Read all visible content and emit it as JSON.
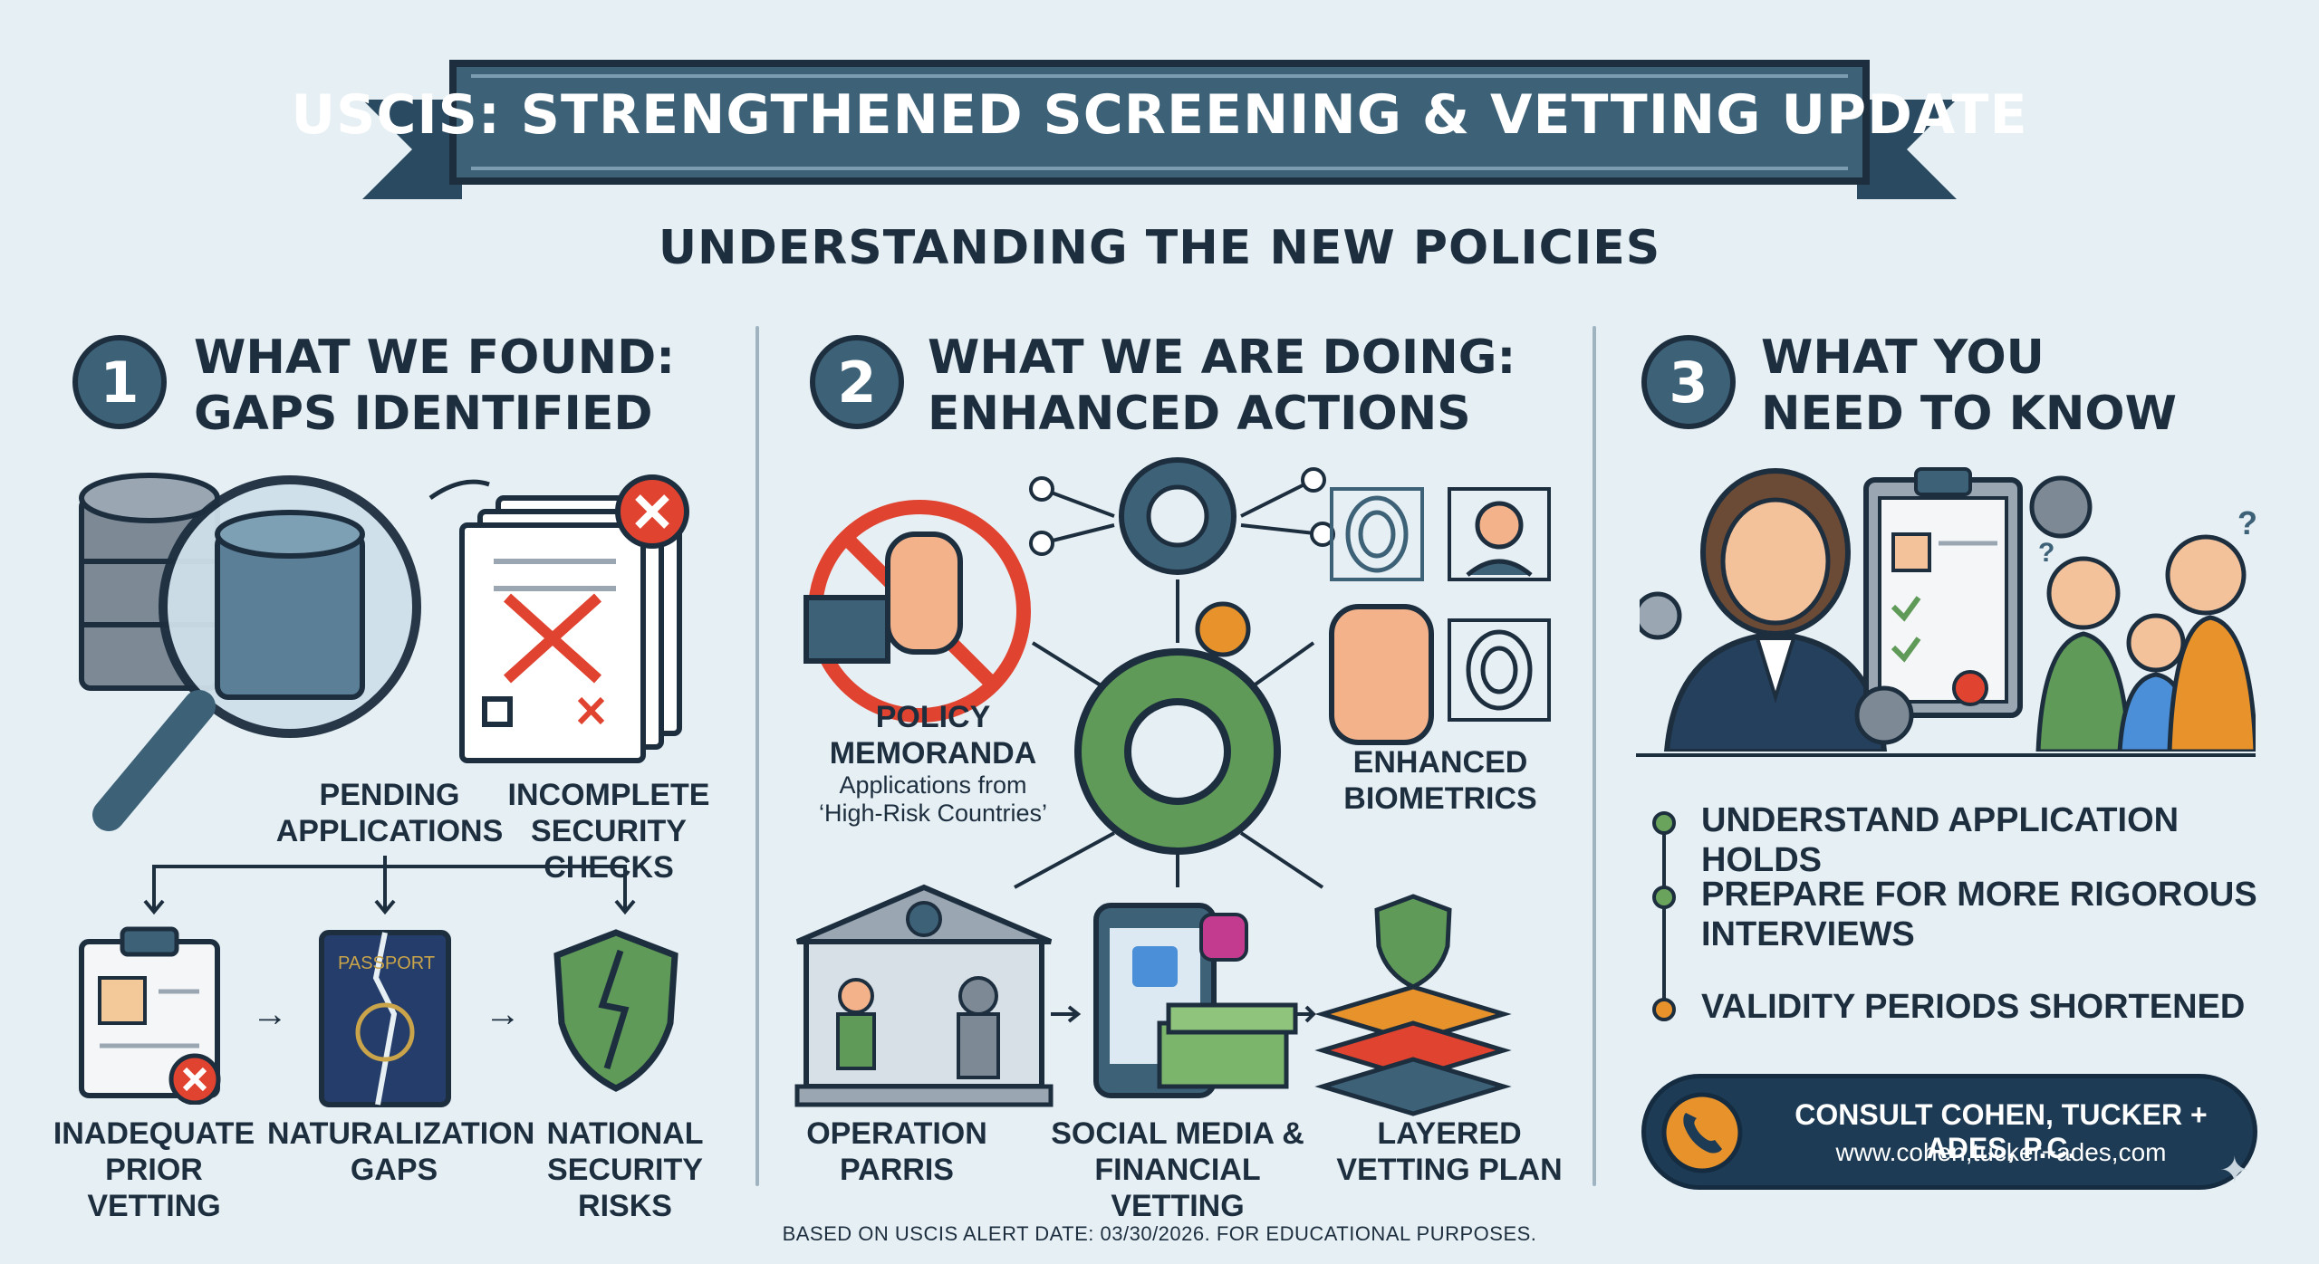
{
  "banner": {
    "title": "USCIS: STRENGTHENED SCREENING & VETTING UPDATE",
    "subtitle": "UNDERSTANDING THE NEW POLICIES"
  },
  "colors": {
    "navy": "#1d2e3f",
    "steel_blue": "#3d6278",
    "green": "#6aa35c",
    "orange": "#e8922c",
    "red": "#e0432f",
    "background": "#e6eff3"
  },
  "sections": [
    {
      "number": "1",
      "heading_line1": "WHAT WE FOUND:",
      "heading_line2": "GAPS IDENTIFIED",
      "items": [
        {
          "line1": "PENDING",
          "line2": "APPLICATIONS"
        },
        {
          "line1": "INCOMPLETE",
          "line2": "SECURITY CHECKS"
        },
        {
          "line1": "INADEQUATE",
          "line2": "PRIOR VETTING"
        },
        {
          "line1": "NATURALIZATION",
          "line2": "GAPS"
        },
        {
          "line1": "NATIONAL",
          "line2": "SECURITY RISKS"
        }
      ],
      "passport_text": "PASSPORT"
    },
    {
      "number": "2",
      "heading_line1": "WHAT WE ARE DOING:",
      "heading_line2": "ENHANCED ACTIONS",
      "policy": {
        "line1": "POLICY",
        "line2": "MEMORANDA",
        "sub1": "Applications from",
        "sub2": "‘High-Risk Countries’"
      },
      "items": [
        {
          "line1": "ENHANCED",
          "line2": "BIOMETRICS"
        },
        {
          "line1": "OPERATION",
          "line2": "PARRIS"
        },
        {
          "line1": "SOCIAL MEDIA &",
          "line2": "FINANCIAL VETTING"
        },
        {
          "line1": "LAYERED",
          "line2": "VETTING PLAN"
        }
      ]
    },
    {
      "number": "3",
      "heading_line1": "WHAT YOU",
      "heading_line2": "NEED TO KNOW",
      "bullets": [
        {
          "line1": "UNDERSTAND APPLICATION HOLDS",
          "line2": "",
          "color": "#6aa35c"
        },
        {
          "line1": "PREPARE FOR MORE RIGOROUS",
          "line2": "INTERVIEWS",
          "color": "#6aa35c"
        },
        {
          "line1": "VALIDITY PERIODS SHORTENED",
          "line2": "",
          "color": "#e8922c"
        }
      ],
      "consult": {
        "line1": "CONSULT COHEN, TUCKER + ADES, P.C.",
        "line2": "www.cohen,tucker+ades,com"
      }
    }
  ],
  "footer": "BASED ON USCIS ALERT DATE: 03/30/2026. FOR EDUCATIONAL PURPOSES."
}
